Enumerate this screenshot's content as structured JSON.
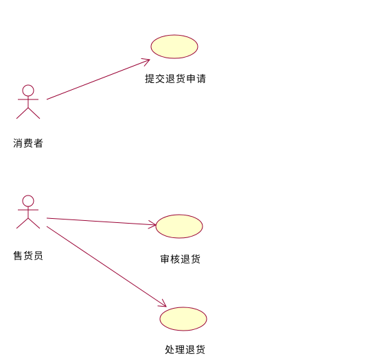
{
  "actors": [
    {
      "id": "consumer",
      "label": "消费者"
    },
    {
      "id": "salesperson",
      "label": "售货员"
    }
  ],
  "use_cases": [
    {
      "id": "submit-return",
      "label": "提交退货申请"
    },
    {
      "id": "review-return",
      "label": "审核退货"
    },
    {
      "id": "process-return",
      "label": "处理退货"
    }
  ],
  "associations": [
    {
      "from": "consumer",
      "to": "submit-return"
    },
    {
      "from": "salesperson",
      "to": "review-return"
    },
    {
      "from": "salesperson",
      "to": "process-return"
    }
  ],
  "colors": {
    "stroke": "#990033",
    "usecase_fill": "#FFFFCC",
    "text": "#000000",
    "background": "#FFFFFF"
  }
}
